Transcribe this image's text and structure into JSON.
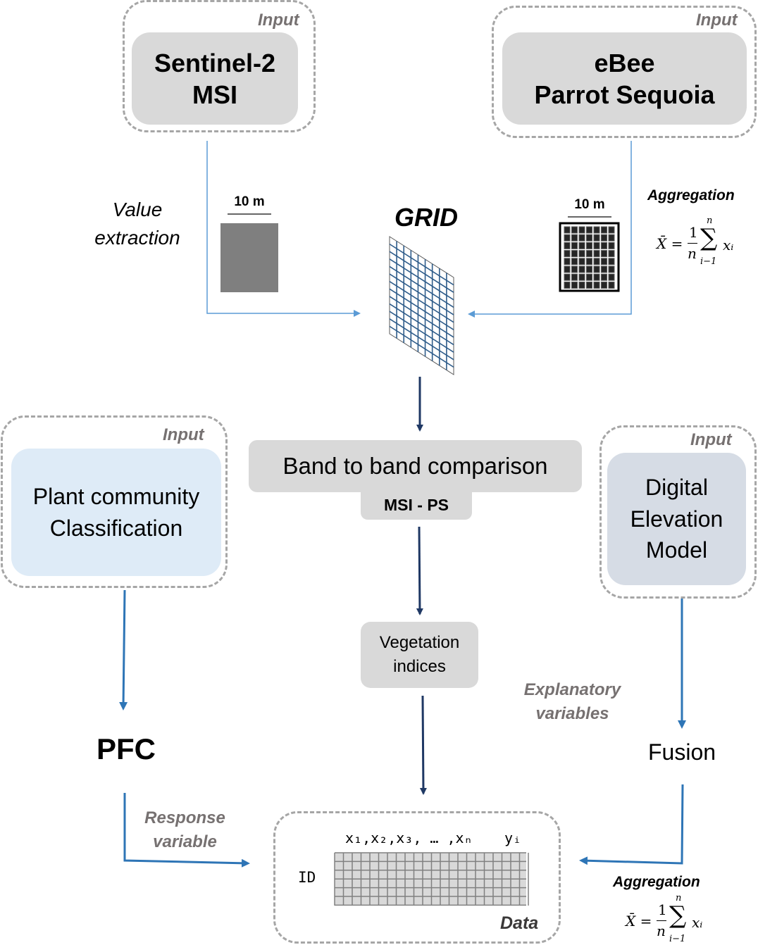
{
  "inputs": {
    "tag": "Input",
    "sentinel": {
      "line1": "Sentinel-2",
      "line2": "MSI"
    },
    "ebee": {
      "line1": "eBee",
      "line2": "Parrot Sequoia"
    },
    "plant": {
      "line1": "Plant community",
      "line2": "Classification"
    },
    "dem": {
      "line1": "Digital",
      "line2": "Elevation",
      "line3": "Model"
    }
  },
  "labels": {
    "value_extraction": {
      "line1": "Value",
      "line2": "extraction"
    },
    "scale_left": "10 m",
    "scale_right": "10 m",
    "grid_title": "GRID",
    "aggregation_top": "Aggregation",
    "aggregation_bottom": "Aggregation",
    "band_comparison": "Band to band comparison",
    "msi_ps": "MSI - PS",
    "vegetation": {
      "line1": "Vegetation",
      "line2": "indices"
    },
    "explanatory": {
      "line1": "Explanatory",
      "line2": "variables"
    },
    "pfc": "PFC",
    "fusion": "Fusion",
    "response": {
      "line1": "Response",
      "line2": "variable"
    },
    "data_tag": "Data",
    "id_label": "ID",
    "columns_label": "x₁,x₂,x₃, … ,xₙ",
    "y_label": "yᵢ"
  },
  "formula": {
    "lhs": "X̄ =",
    "frac_num": "1",
    "frac_den": "n",
    "sum_top": "n",
    "sum_sym": "∑",
    "sum_bottom": "i−1",
    "term": "xᵢ"
  },
  "colors": {
    "arrow_light": "#5b9bd5",
    "arrow_dark": "#1f3864",
    "arrow_mid": "#2e75b6",
    "dash": "#a6a6a6",
    "tag_gray": "#767171"
  }
}
